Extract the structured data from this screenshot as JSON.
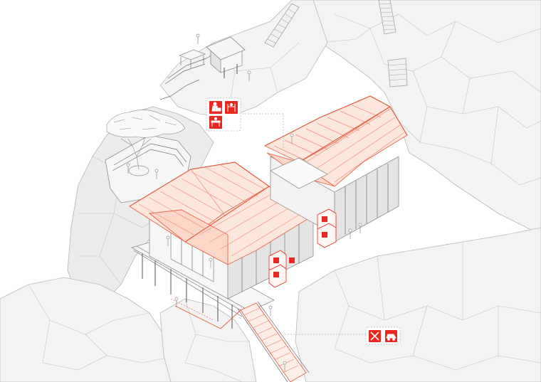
{
  "diagram": {
    "colors": {
      "accent": "#e8271f",
      "roof_fill": "#fde6dc",
      "roof_stroke": "#e8664a",
      "line_gray": "#8f8f8f",
      "rock_fill": "#f3f3f3"
    },
    "callouts": [
      {
        "id": "activities",
        "icons": [
          "cargo-carrying-icon",
          "shelf-display-icon",
          "market-stall-icon"
        ]
      },
      {
        "id": "services",
        "icons": [
          "tools-repair-icon",
          "vehicle-icon"
        ]
      }
    ],
    "annotation_boxes": [
      {
        "id": "box-upper",
        "icons": [
          "small-shop-icon",
          "small-shop-icon"
        ]
      },
      {
        "id": "box-lower",
        "icons": [
          "small-shop-icon",
          "small-shop-icon"
        ]
      }
    ]
  }
}
